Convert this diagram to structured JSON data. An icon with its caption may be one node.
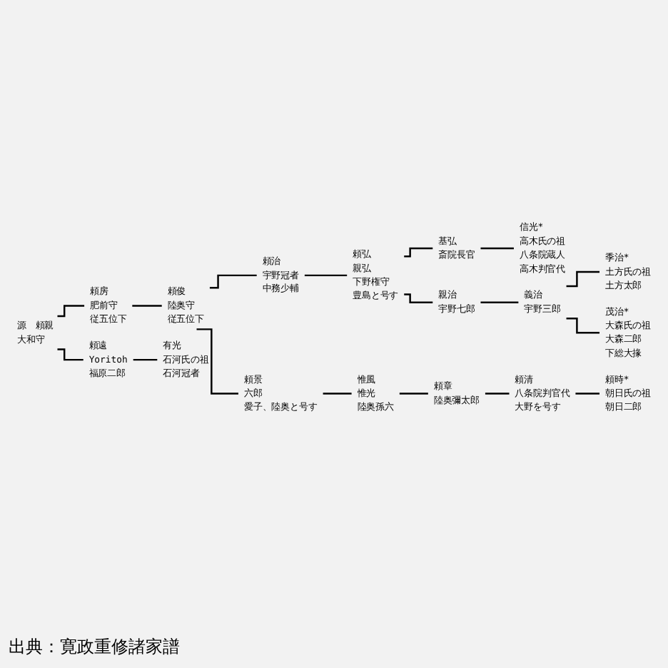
{
  "diagram": {
    "nodes": [
      {
        "text": [
          "源　頼親",
          "大和守"
        ]
      },
      {
        "text": [
          "頼房",
          "肥前守",
          "従五位下"
        ]
      },
      {
        "text": [
          "頼俊",
          "陸奥守",
          "従五位下"
        ]
      },
      {
        "text": [
          "頼治",
          "宇野冠者",
          "中務少輔"
        ]
      },
      {
        "text": [
          "頼弘",
          "親弘",
          "下野権守",
          "豊島と号す"
        ]
      },
      {
        "text": [
          "親治",
          "宇野七郎"
        ]
      },
      {
        "text": [
          "基弘",
          "斎院長官"
        ]
      },
      {
        "text": [
          "信光*",
          "高木氏の祖",
          "八条院蔵人",
          "高木判官代"
        ]
      },
      {
        "text": [
          "義治",
          "宇野三郎"
        ]
      },
      {
        "text": [
          "季治*",
          "土方氏の祖",
          "土方太郎"
        ]
      },
      {
        "text": [
          "茂治*",
          "大森氏の祖",
          "大森二郎",
          "下総大掾"
        ]
      },
      {
        "text": [
          "頼景",
          "六郎",
          "愛子、陸奥と号す"
        ]
      },
      {
        "text": [
          "惟風",
          "惟光",
          "陸奥孫六"
        ]
      },
      {
        "text": [
          "頼章",
          "陸奥彌太郎"
        ]
      },
      {
        "text": [
          "頼清",
          "八条院判官代",
          "大野を号す"
        ]
      },
      {
        "text": [
          "頼時*",
          "朝日氏の祖",
          "朝日二郎"
        ]
      },
      {
        "text": [
          "頼遠",
          "Yoritoh",
          "福原二郎"
        ]
      },
      {
        "text": [
          "有光",
          "石河氏の祖",
          "石河冠者"
        ]
      }
    ],
    "edges": [
      {
        "from": 0,
        "to": 1,
        "arrow": "none"
      },
      {
        "from": 0,
        "to": 16,
        "arrow": "none"
      },
      {
        "from": 1,
        "to": 2,
        "arrow": "none"
      },
      {
        "from": 2,
        "to": 3,
        "arrow": "none"
      },
      {
        "from": 2,
        "to": 11,
        "arrow": "none"
      },
      {
        "from": 3,
        "to": 4,
        "arrow": "none"
      },
      {
        "from": 4,
        "to": 5,
        "arrow": "none"
      },
      {
        "from": 4,
        "to": 6,
        "arrow": "none"
      },
      {
        "from": 6,
        "to": 7,
        "arrow": "none"
      },
      {
        "from": 5,
        "to": 8,
        "arrow": "none"
      },
      {
        "from": 8,
        "to": 9,
        "arrow": "none"
      },
      {
        "from": 8,
        "to": 10,
        "arrow": "none"
      },
      {
        "from": 11,
        "to": 12,
        "arrow": "none"
      },
      {
        "from": 12,
        "to": 13,
        "arrow": "none"
      },
      {
        "from": 13,
        "to": 14,
        "arrow": "none"
      },
      {
        "from": 14,
        "to": 15,
        "arrow": "none"
      },
      {
        "from": 16,
        "to": 17,
        "arrow": "none"
      }
    ],
    "labels": [
      "出典：寛政重修諸家譜"
    ]
  }
}
